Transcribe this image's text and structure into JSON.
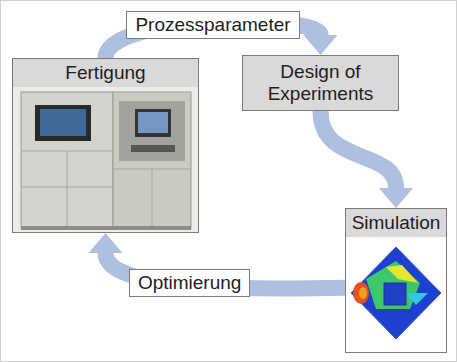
{
  "diagram": {
    "nodes": [
      {
        "text": [
          "Fertigung"
        ]
      },
      {
        "text": [
          "Design of Experiments"
        ]
      },
      {
        "text": [
          "Simulation"
        ]
      }
    ],
    "edges": [
      {
        "from": 0,
        "to": 1,
        "arrow": "to",
        "label": "Prozessparameter"
      },
      {
        "from": 1,
        "to": 2,
        "arrow": "to"
      },
      {
        "from": 2,
        "to": 0,
        "arrow": "to",
        "label": "Optimierung"
      }
    ]
  }
}
